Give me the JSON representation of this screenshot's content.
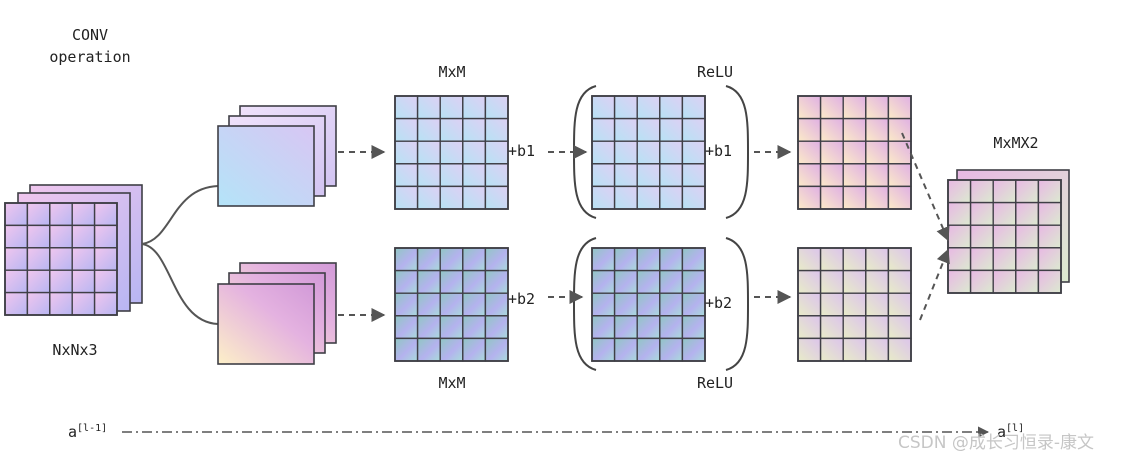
{
  "labels": {
    "conv_line1": "CONV",
    "conv_line2": "operation",
    "input_dim": "NxNx3",
    "mxm_top": "MxM",
    "mxm_bottom": "MxM",
    "relu_top": "ReLU",
    "relu_bottom": "ReLU",
    "bias1_a": "+b1",
    "bias1_b": "+b1",
    "bias2_a": "+b2",
    "bias2_b": "+b2",
    "output_dim": "MxMX2",
    "a_prev_base": "a",
    "a_prev_sup": "[l-1]",
    "a_next_base": "a",
    "a_next_sup": "[l]"
  },
  "watermark": "CSDN @成长习恒录-康文",
  "colors": {
    "grid_line": "#3f3f46",
    "connector": "#555555",
    "arrow": "#555555",
    "lavender": "#dcc8f4",
    "pink": "#e4b8e8",
    "light_blue": "#bfe0f4",
    "teal_blue": "#9ec4d4",
    "cream": "#fbe9c6",
    "mint": "#dfe9cf"
  }
}
